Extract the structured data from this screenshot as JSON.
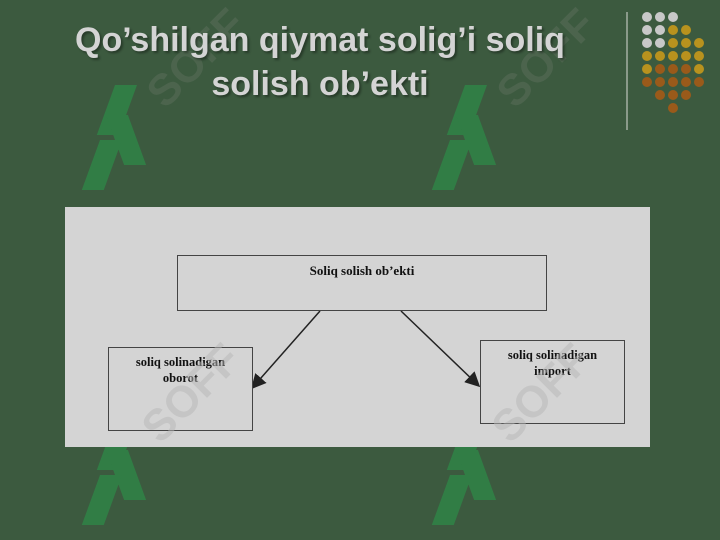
{
  "slide": {
    "title_line1": "Qo’shilgan qiymat solig’i soliq",
    "title_line2": "solish ob’ekti",
    "colors": {
      "background": "#3c5a3f",
      "title": "#d4d4d4",
      "panel": "#d4d4d4",
      "dot_gray": "#c8c8c8",
      "dot_gold": "#b8921e",
      "dot_brown": "#9a5a1a"
    }
  },
  "diagram": {
    "top_box": "Soliq solish ob’ekti",
    "left_box_line1": "soliq solinadigan",
    "left_box_line2": "oborot",
    "right_box_line1": "soliq solinadigan",
    "right_box_line2": "import"
  },
  "watermark": {
    "text": "SOFF",
    "icon": "soff-logo-icon"
  }
}
